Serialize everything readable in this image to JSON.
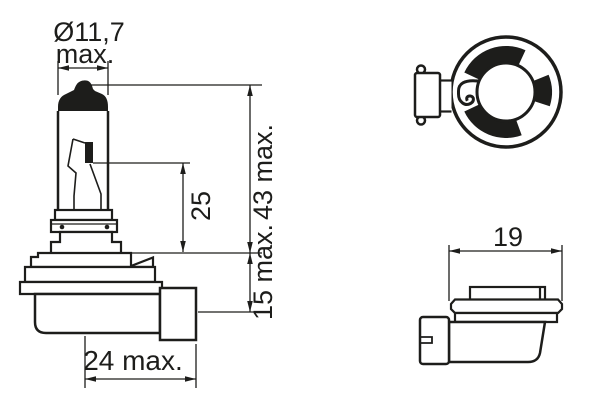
{
  "colors": {
    "line": "#1d1d1b",
    "background": "#ffffff"
  },
  "side_view": {
    "diameter_label": "Ø11,7",
    "diameter_suffix": "max.",
    "light_center_length": "25",
    "overall_length": "43 max.",
    "base_length": "15 max.",
    "base_width": "24 max."
  },
  "base_side_view": {
    "flange_width": "19"
  }
}
